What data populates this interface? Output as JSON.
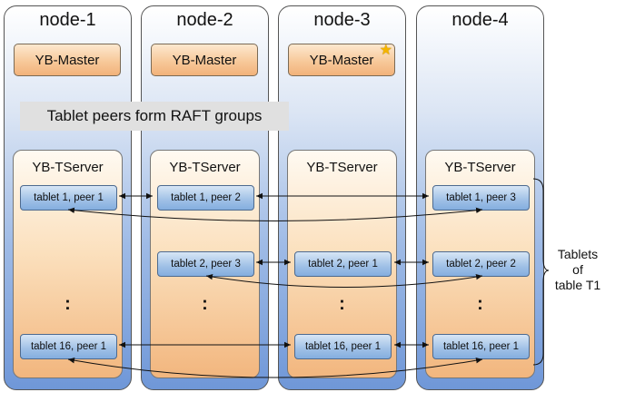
{
  "nodes": [
    {
      "label": "node-1",
      "master": "YB-Master",
      "tserver": "YB-TServer",
      "tablets": [
        "tablet 1, peer 1",
        "tablet 16, peer 1"
      ]
    },
    {
      "label": "node-2",
      "master": "YB-Master",
      "tserver": "YB-TServer",
      "tablets": [
        "tablet 1, peer 2",
        "tablet 2, peer 3"
      ]
    },
    {
      "label": "node-3",
      "master": "YB-Master",
      "tserver": "YB-TServer",
      "leader_icon": "star-icon",
      "tablets": [
        "tablet 2, peer 1",
        "tablet 16, peer 1"
      ]
    },
    {
      "label": "node-4",
      "master": "YB-Master",
      "tserver": "YB-TServer",
      "tablets": [
        "tablet 1, peer 3",
        "tablet 2, peer 2",
        "tablet 16, peer 1"
      ]
    }
  ],
  "banner": "Tablet peers form RAFT groups",
  "side_label": {
    "line1": "Tablets",
    "line2": "of",
    "line3": "table T1"
  },
  "ellipsis": ":",
  "colors": {
    "node_border": "#555555",
    "master_fill": "#f7c99a",
    "tablet_fill": "#9fc0e6",
    "star": "#f5b400"
  }
}
